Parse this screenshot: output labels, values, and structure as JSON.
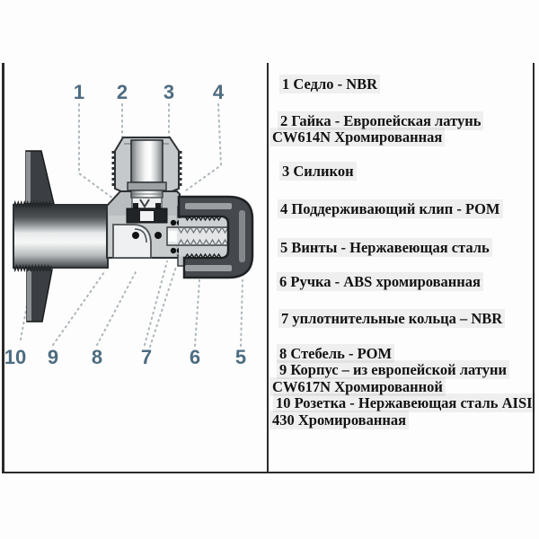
{
  "diagram": {
    "title_hint": "angle valve cross-section",
    "callouts_top": [
      "1",
      "2",
      "3",
      "4"
    ],
    "callouts_bottom": [
      "10",
      "9",
      "8",
      "7",
      "6",
      "5"
    ],
    "parts": [
      "seat",
      "nut",
      "silicone-tube",
      "support-clip",
      "screws",
      "handle",
      "o-rings",
      "stem",
      "body",
      "rosette"
    ]
  },
  "legend": {
    "items": [
      {
        "num": "1",
        "lines": [
          "1 Седло  - NBR"
        ]
      },
      {
        "num": "2",
        "lines": [
          "2 Гайка - Европейская латунь",
          "CW614N Хромированная"
        ]
      },
      {
        "num": "3",
        "lines": [
          "3 Силикон"
        ]
      },
      {
        "num": "4",
        "lines": [
          "4 Поддерживающий клип - POM"
        ]
      },
      {
        "num": "5",
        "lines": [
          "5 Винты - Нержавеющая сталь"
        ]
      },
      {
        "num": "6",
        "lines": [
          "6 Ручка -  ABS хромированная"
        ]
      },
      {
        "num": "7",
        "lines": [
          "7 уплотнительные кольца – NBR"
        ]
      },
      {
        "num": "8",
        "lines": [
          "8 Стебель -  POM"
        ]
      },
      {
        "num": "9",
        "lines": [
          "9 Корпус – из европейской латуни",
          "CW617N Хромированной"
        ]
      },
      {
        "num": "10",
        "lines": [
          "10 Розетка -  Нержавеющая сталь AISI",
          "430 Хромированная"
        ]
      }
    ]
  },
  "colors": {
    "callout_number": "#4d6c80",
    "leader_dots": "#adb6ba",
    "body_gray": "#b9bdbf",
    "handle_dark": "#45494d",
    "rosette_dark": "#3b3f43",
    "text": "#121212",
    "border": "#2b2b2b"
  }
}
